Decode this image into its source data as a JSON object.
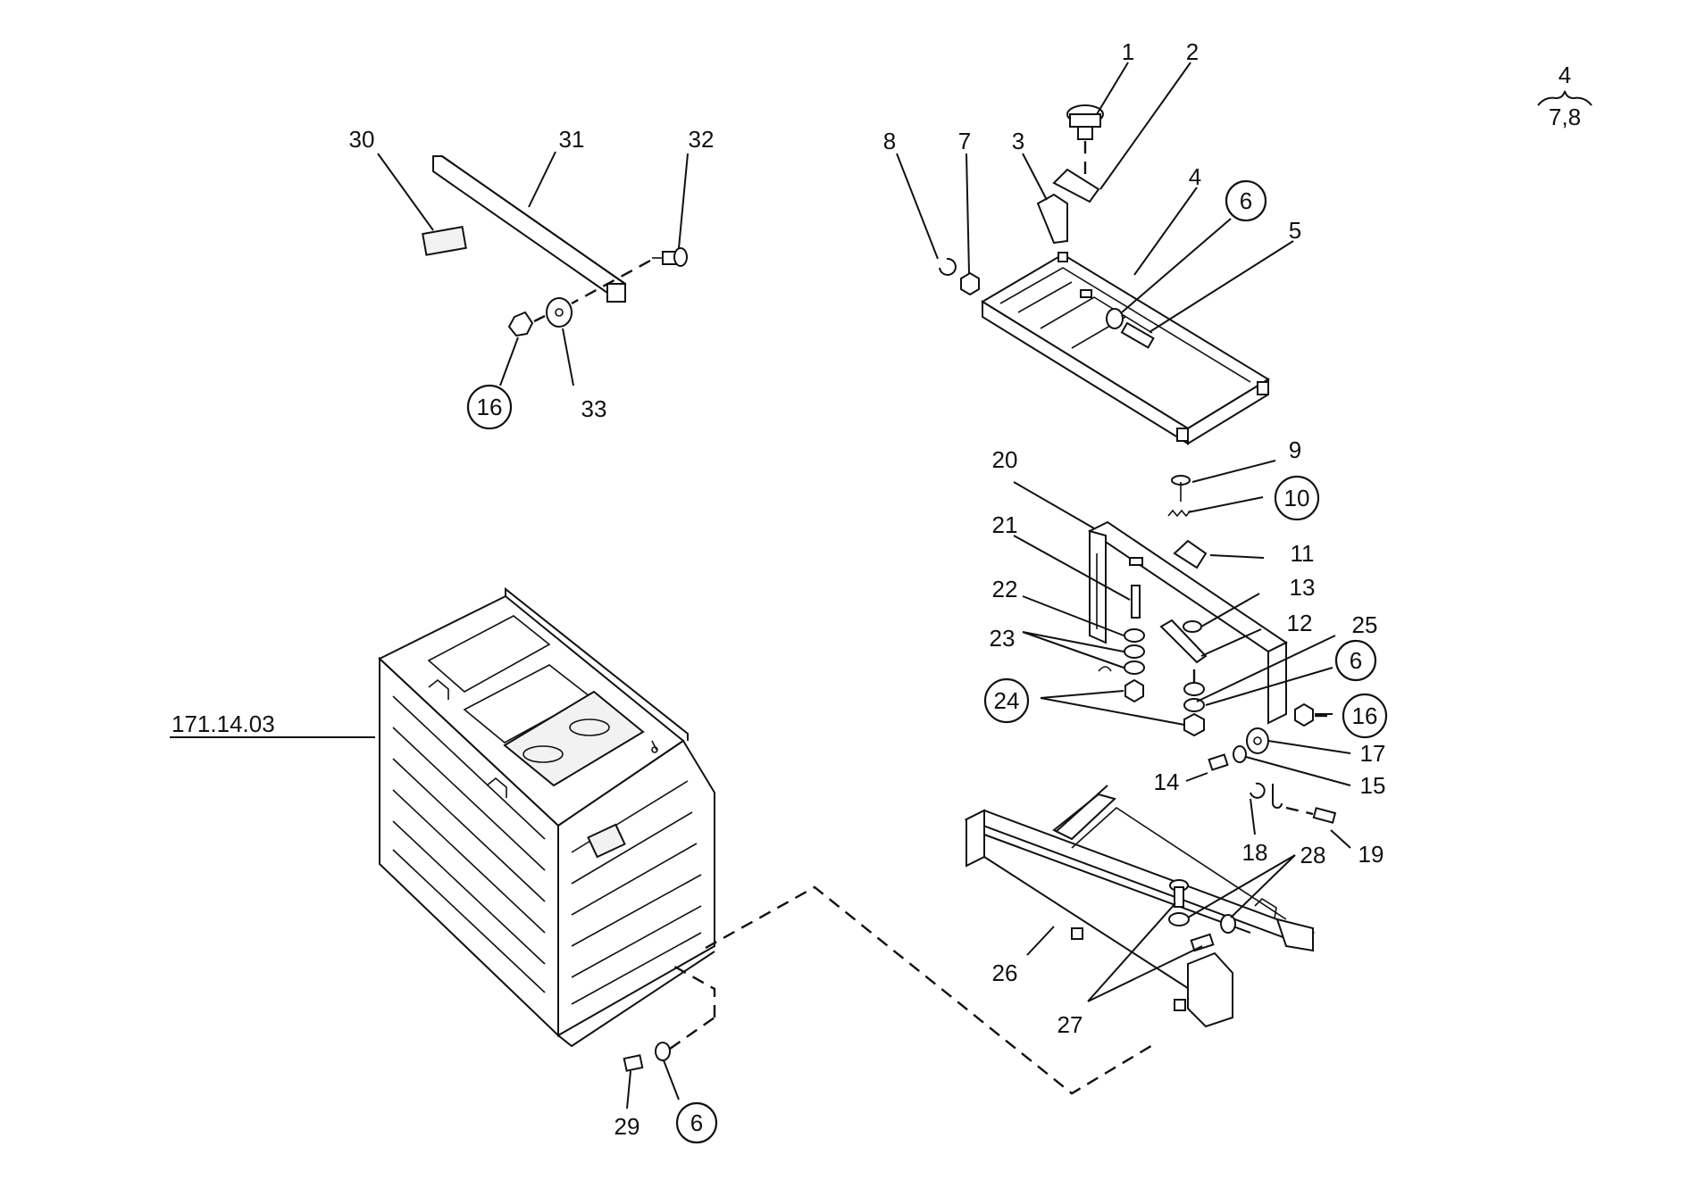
{
  "parts": [
    {
      "id": "p1",
      "label": "1",
      "circled": false
    },
    {
      "id": "p2",
      "label": "2",
      "circled": false
    },
    {
      "id": "p3",
      "label": "3",
      "circled": false
    },
    {
      "id": "p4",
      "label": "4",
      "circled": false
    },
    {
      "id": "p5",
      "label": "5",
      "circled": false
    },
    {
      "id": "p6a",
      "label": "6",
      "circled": true
    },
    {
      "id": "p7",
      "label": "7",
      "circled": false
    },
    {
      "id": "p8",
      "label": "8",
      "circled": false
    },
    {
      "id": "p9",
      "label": "9",
      "circled": false
    },
    {
      "id": "p10",
      "label": "10",
      "circled": true
    },
    {
      "id": "p11",
      "label": "11",
      "circled": false
    },
    {
      "id": "p12",
      "label": "12",
      "circled": false
    },
    {
      "id": "p13",
      "label": "13",
      "circled": false
    },
    {
      "id": "p14",
      "label": "14",
      "circled": false
    },
    {
      "id": "p15",
      "label": "15",
      "circled": false
    },
    {
      "id": "p16a",
      "label": "16",
      "circled": true
    },
    {
      "id": "p16b",
      "label": "16",
      "circled": true
    },
    {
      "id": "p17",
      "label": "17",
      "circled": false
    },
    {
      "id": "p18",
      "label": "18",
      "circled": false
    },
    {
      "id": "p19",
      "label": "19",
      "circled": false
    },
    {
      "id": "p20",
      "label": "20",
      "circled": false
    },
    {
      "id": "p21",
      "label": "21",
      "circled": false
    },
    {
      "id": "p22",
      "label": "22",
      "circled": false
    },
    {
      "id": "p23",
      "label": "23",
      "circled": false
    },
    {
      "id": "p24",
      "label": "24",
      "circled": true
    },
    {
      "id": "p25",
      "label": "25",
      "circled": false
    },
    {
      "id": "p6b",
      "label": "6",
      "circled": true
    },
    {
      "id": "p26",
      "label": "26",
      "circled": false
    },
    {
      "id": "p27",
      "label": "27",
      "circled": false
    },
    {
      "id": "p28",
      "label": "28",
      "circled": false
    },
    {
      "id": "p29",
      "label": "29",
      "circled": false
    },
    {
      "id": "p6c",
      "label": "6",
      "circled": true
    },
    {
      "id": "p30",
      "label": "30",
      "circled": false
    },
    {
      "id": "p31",
      "label": "31",
      "circled": false
    },
    {
      "id": "p32",
      "label": "32",
      "circled": false
    },
    {
      "id": "p33",
      "label": "33",
      "circled": false
    }
  ],
  "reference": {
    "label": "171.14.03"
  },
  "notation": {
    "top": "4",
    "bottom": "7,8"
  }
}
